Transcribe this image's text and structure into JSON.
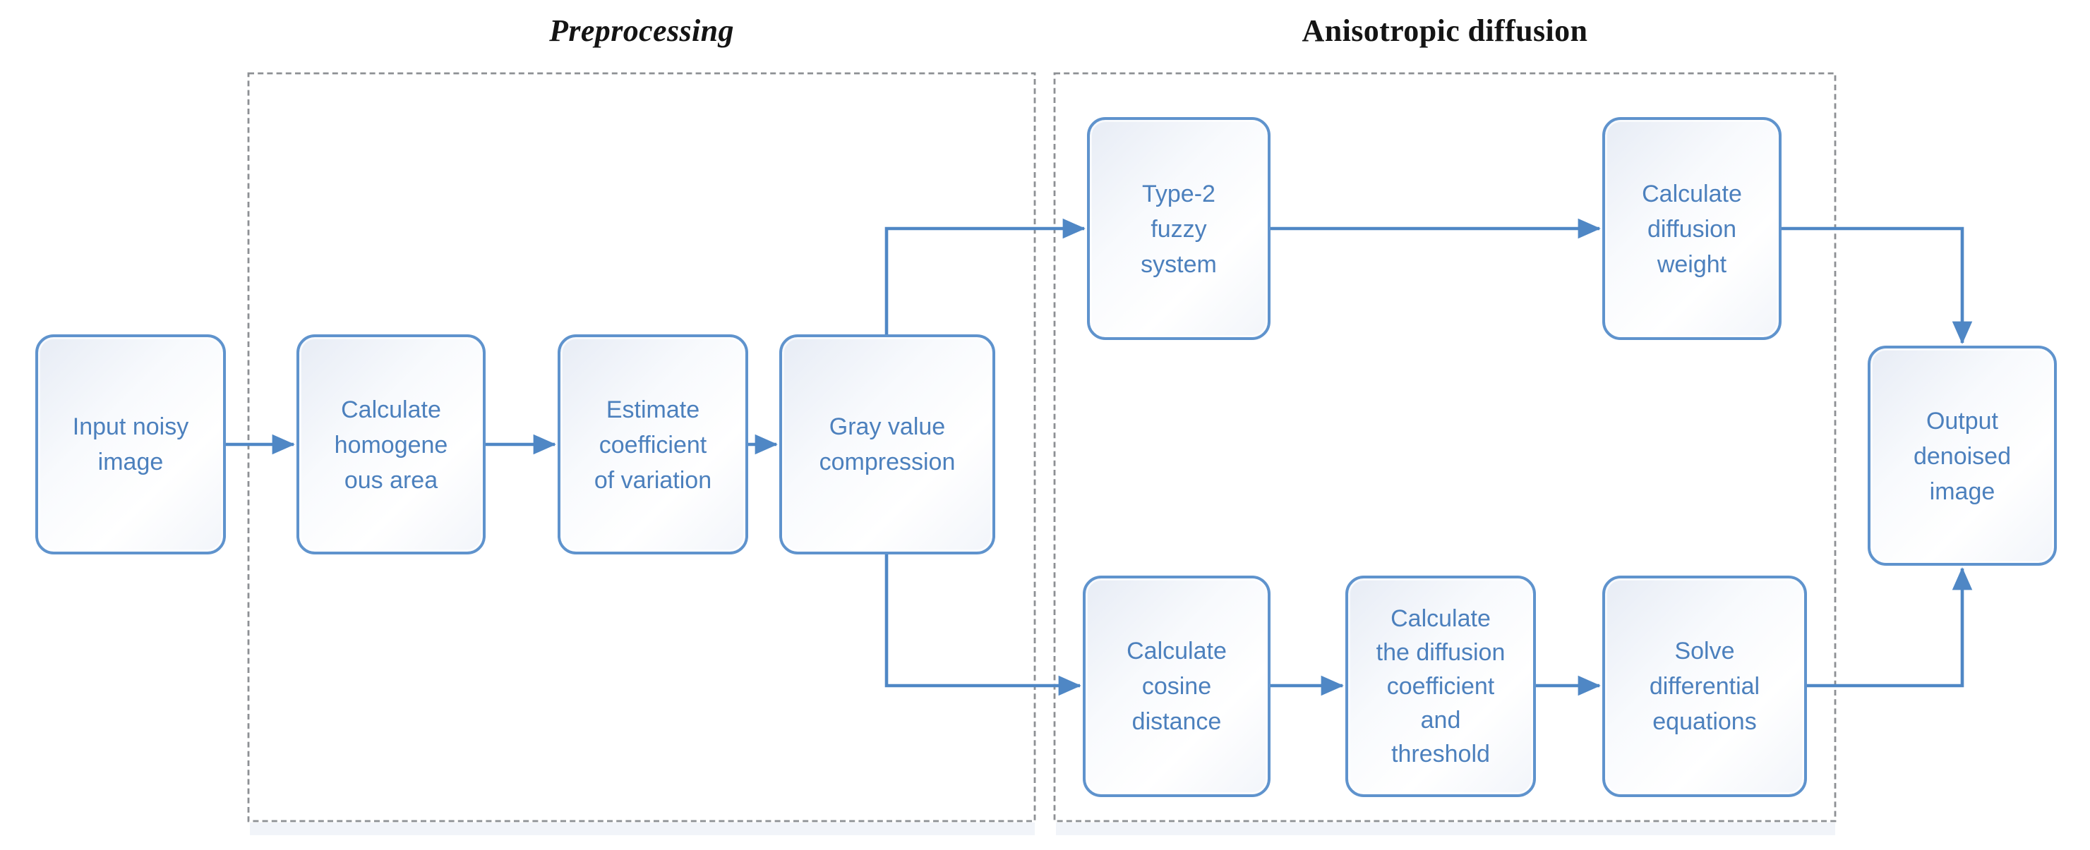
{
  "figure": {
    "type": "flowchart",
    "groups": {
      "preprocessing": {
        "title": "Preprocessing"
      },
      "anisotropic": {
        "title": "Anisotropic diffusion"
      }
    },
    "nodes": [
      {
        "id": "input-noisy-image",
        "label": "Input noisy\nimage",
        "group": "none"
      },
      {
        "id": "calculate-homogeneous-area",
        "label": "Calculate\nhomogene\nous area",
        "group": "preprocessing"
      },
      {
        "id": "estimate-coefficient-of-variation",
        "label": "Estimate\ncoefficient\nof variation",
        "group": "preprocessing"
      },
      {
        "id": "gray-value-compression",
        "label": "Gray value\ncompression",
        "group": "preprocessing"
      },
      {
        "id": "type-2-fuzzy-system",
        "label": "Type-2\nfuzzy\nsystem",
        "group": "anisotropic"
      },
      {
        "id": "calculate-diffusion-weight",
        "label": "Calculate\ndiffusion\nweight",
        "group": "anisotropic"
      },
      {
        "id": "calculate-cosine-distance",
        "label": "Calculate\ncosine\ndistance",
        "group": "anisotropic"
      },
      {
        "id": "calculate-diffusion-coefficient-and-threshold",
        "label": "Calculate\nthe diffusion\ncoefficient\nand\nthreshold",
        "group": "anisotropic"
      },
      {
        "id": "solve-differential-equations",
        "label": "Solve\ndifferential\nequations",
        "group": "anisotropic"
      },
      {
        "id": "output-denoised-image",
        "label": "Output\ndenoised\nimage",
        "group": "none"
      }
    ],
    "edges": [
      {
        "from": "input-noisy-image",
        "to": "calculate-homogeneous-area"
      },
      {
        "from": "calculate-homogeneous-area",
        "to": "estimate-coefficient-of-variation"
      },
      {
        "from": "estimate-coefficient-of-variation",
        "to": "gray-value-compression"
      },
      {
        "from": "gray-value-compression",
        "to": "type-2-fuzzy-system"
      },
      {
        "from": "type-2-fuzzy-system",
        "to": "calculate-diffusion-weight"
      },
      {
        "from": "calculate-diffusion-weight",
        "to": "output-denoised-image"
      },
      {
        "from": "gray-value-compression",
        "to": "calculate-cosine-distance"
      },
      {
        "from": "calculate-cosine-distance",
        "to": "calculate-diffusion-coefficient-and-threshold"
      },
      {
        "from": "calculate-diffusion-coefficient-and-threshold",
        "to": "solve-differential-equations"
      },
      {
        "from": "solve-differential-equations",
        "to": "output-denoised-image"
      }
    ],
    "colors": {
      "node_border": "#5f93cd",
      "node_text": "#4c80bd",
      "node_fill_edge": "#e7ecf5",
      "node_fill_center": "#ffffff",
      "arrow": "#4f87c5",
      "container_dash": "#8d9094",
      "title_text": "#141414"
    }
  }
}
